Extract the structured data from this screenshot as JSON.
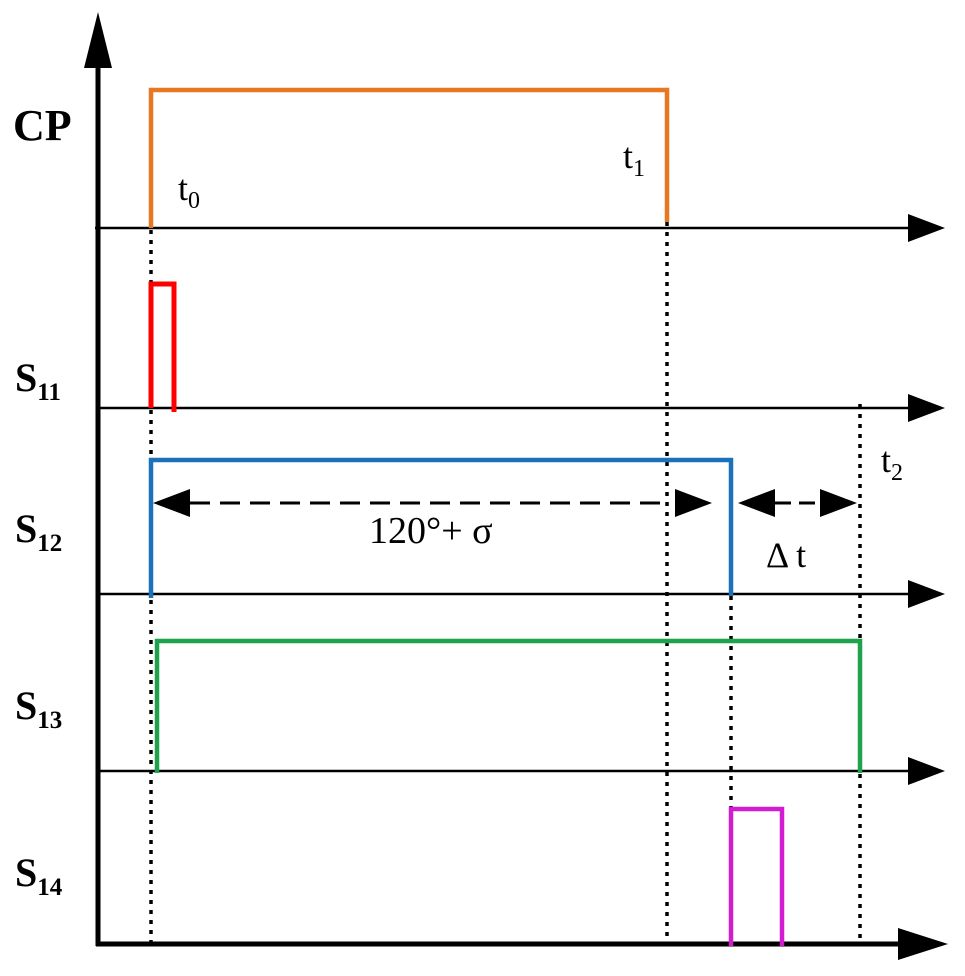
{
  "signals": [
    {
      "id": "cp",
      "label": "CP",
      "subscript": "",
      "color": "#E87722"
    },
    {
      "id": "s11",
      "label": "S",
      "subscript": "11",
      "color": "#FF0000"
    },
    {
      "id": "s12",
      "label": "S",
      "subscript": "12",
      "color": "#1A72BB"
    },
    {
      "id": "s13",
      "label": "S",
      "subscript": "13",
      "color": "#1EA24B"
    },
    {
      "id": "s14",
      "label": "S",
      "subscript": "14",
      "color": "#D21CD2"
    }
  ],
  "time_markers": [
    {
      "id": "t0",
      "label": "t",
      "subscript": "0"
    },
    {
      "id": "t1",
      "label": "t",
      "subscript": "1"
    },
    {
      "id": "t2",
      "label": "t",
      "subscript": "2"
    }
  ],
  "annotations": {
    "phase": "120°+ σ",
    "delta": "Δ t"
  },
  "colors": {
    "axis": "#000000",
    "guide": "#000000"
  }
}
